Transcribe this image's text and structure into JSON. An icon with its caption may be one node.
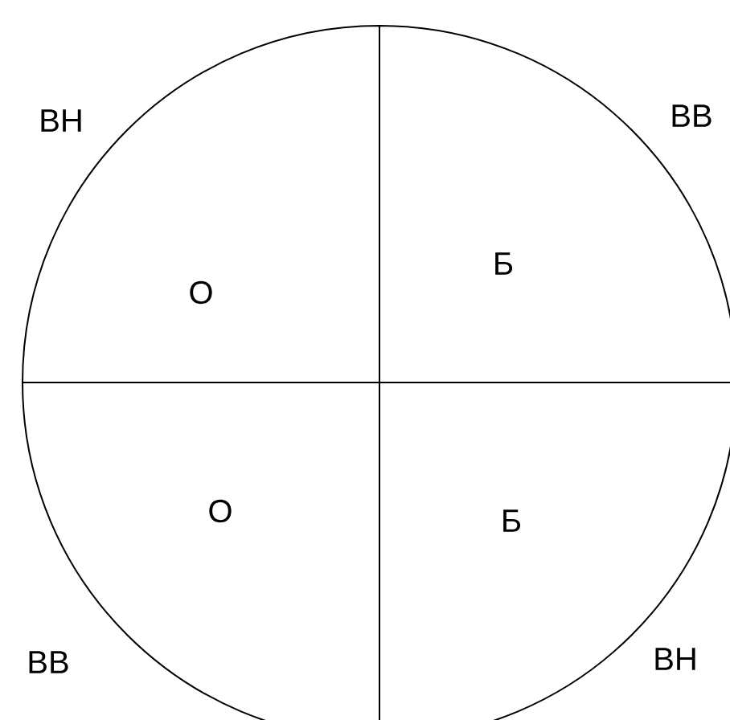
{
  "diagram": {
    "labels": [
      "ВН",
      "ВВ",
      "О",
      "Б",
      "О",
      "Б",
      "ВВ",
      "ВН"
    ]
  }
}
